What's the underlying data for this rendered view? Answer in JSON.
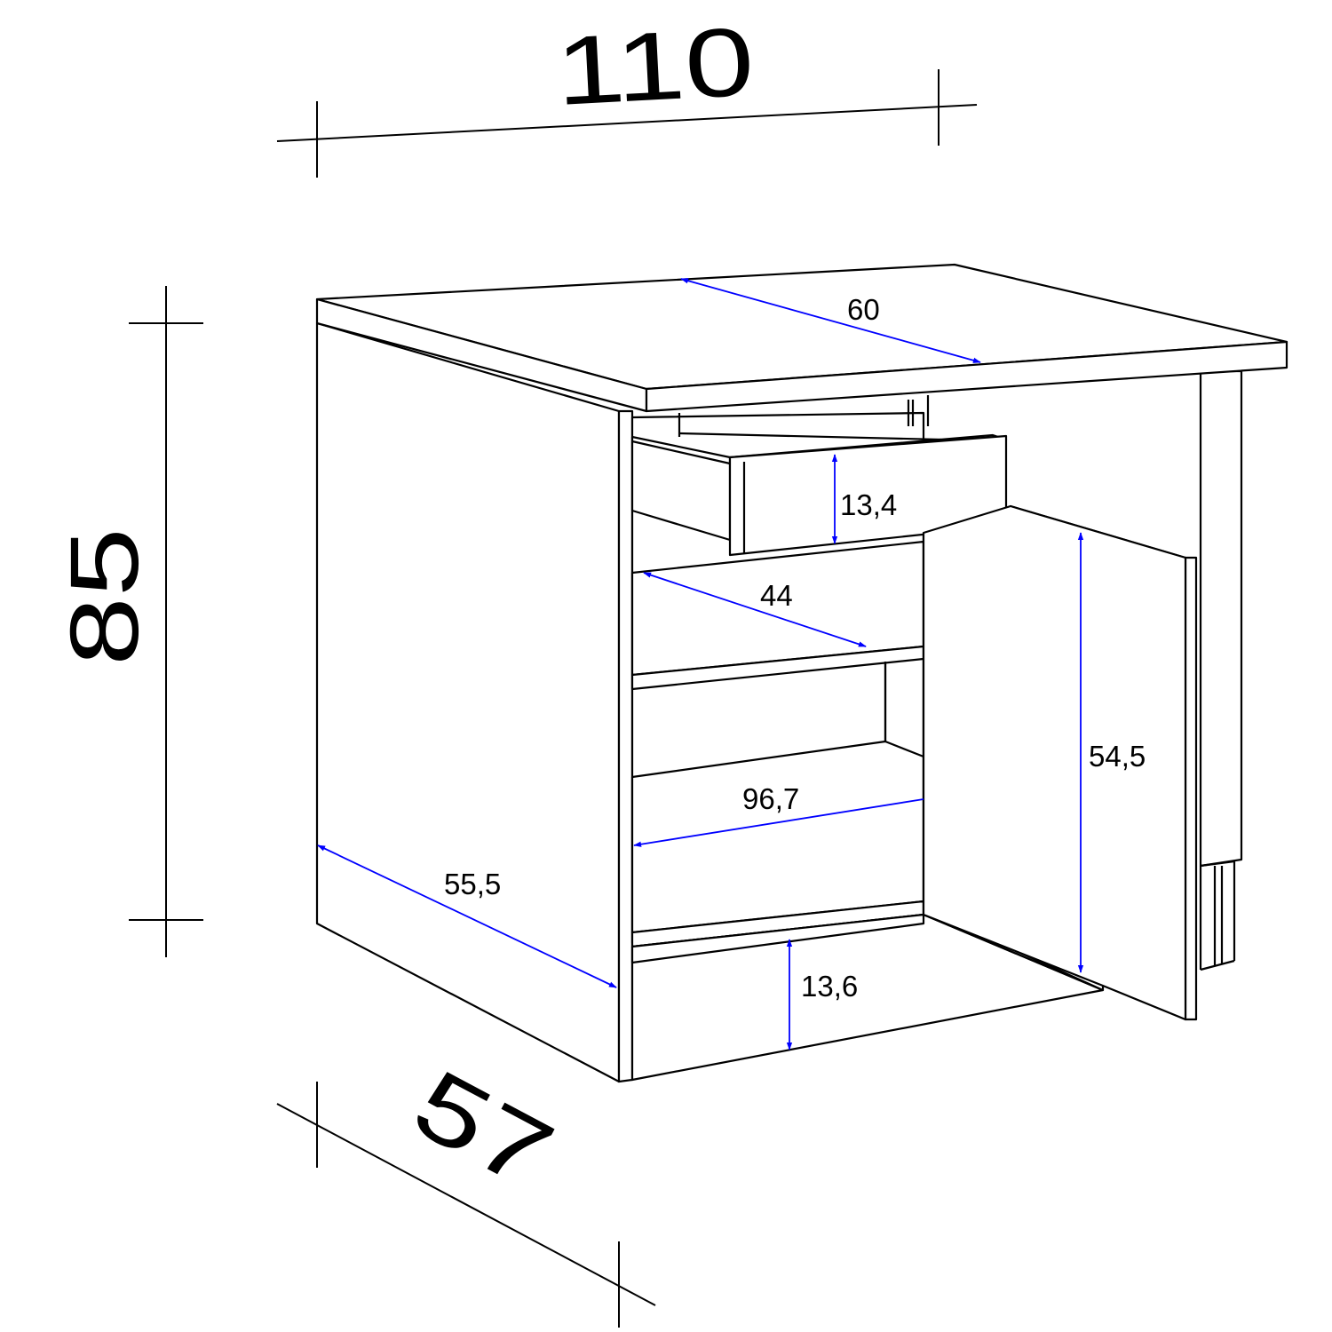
{
  "overall_dimensions": {
    "width": "110",
    "height": "85",
    "depth": "57"
  },
  "detail_dimensions": {
    "worktop_depth": "60",
    "drawer_height": "13,4",
    "shelf_depth": "44",
    "door_height": "54,5",
    "interior_width": "96,7",
    "side_depth": "55,5",
    "plinth_height": "13,6"
  },
  "colors": {
    "outline": "#000000",
    "dimension_arrow": "#0000ff",
    "background": "#ffffff"
  }
}
